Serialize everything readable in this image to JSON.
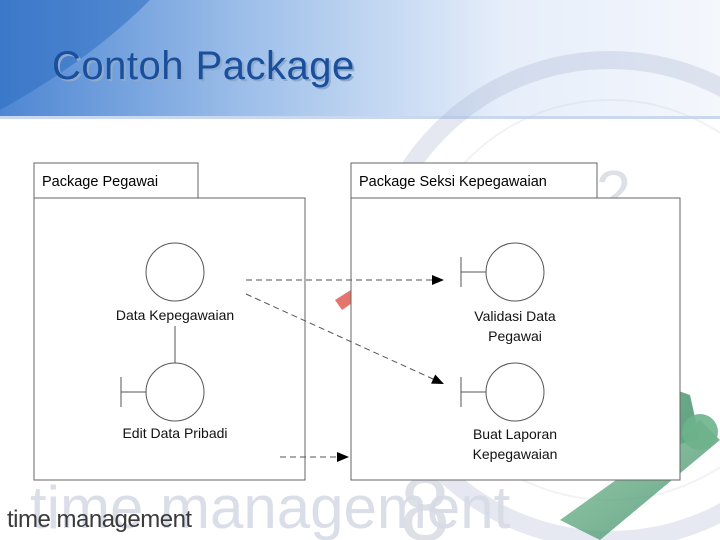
{
  "slide": {
    "title": "Contoh Package",
    "footer_text": "time management",
    "watermark_text": "time management"
  },
  "diagram": {
    "packages": [
      {
        "name": "Package Pegawai",
        "elements": [
          {
            "label_lines": [
              "Data Kepegawaian"
            ]
          },
          {
            "label_lines": [
              "Edit Data Pribadi"
            ]
          }
        ]
      },
      {
        "name": "Package Seksi Kepegawaian",
        "elements": [
          {
            "label_lines": [
              "Validasi Data",
              "Pegawai"
            ]
          },
          {
            "label_lines": [
              "Buat Laporan",
              "Kepegawaian"
            ]
          }
        ]
      }
    ]
  },
  "colors": {
    "title": "#1a4f9c",
    "header_band": "#5b8fd4",
    "clock_green": "#4f9a74"
  }
}
